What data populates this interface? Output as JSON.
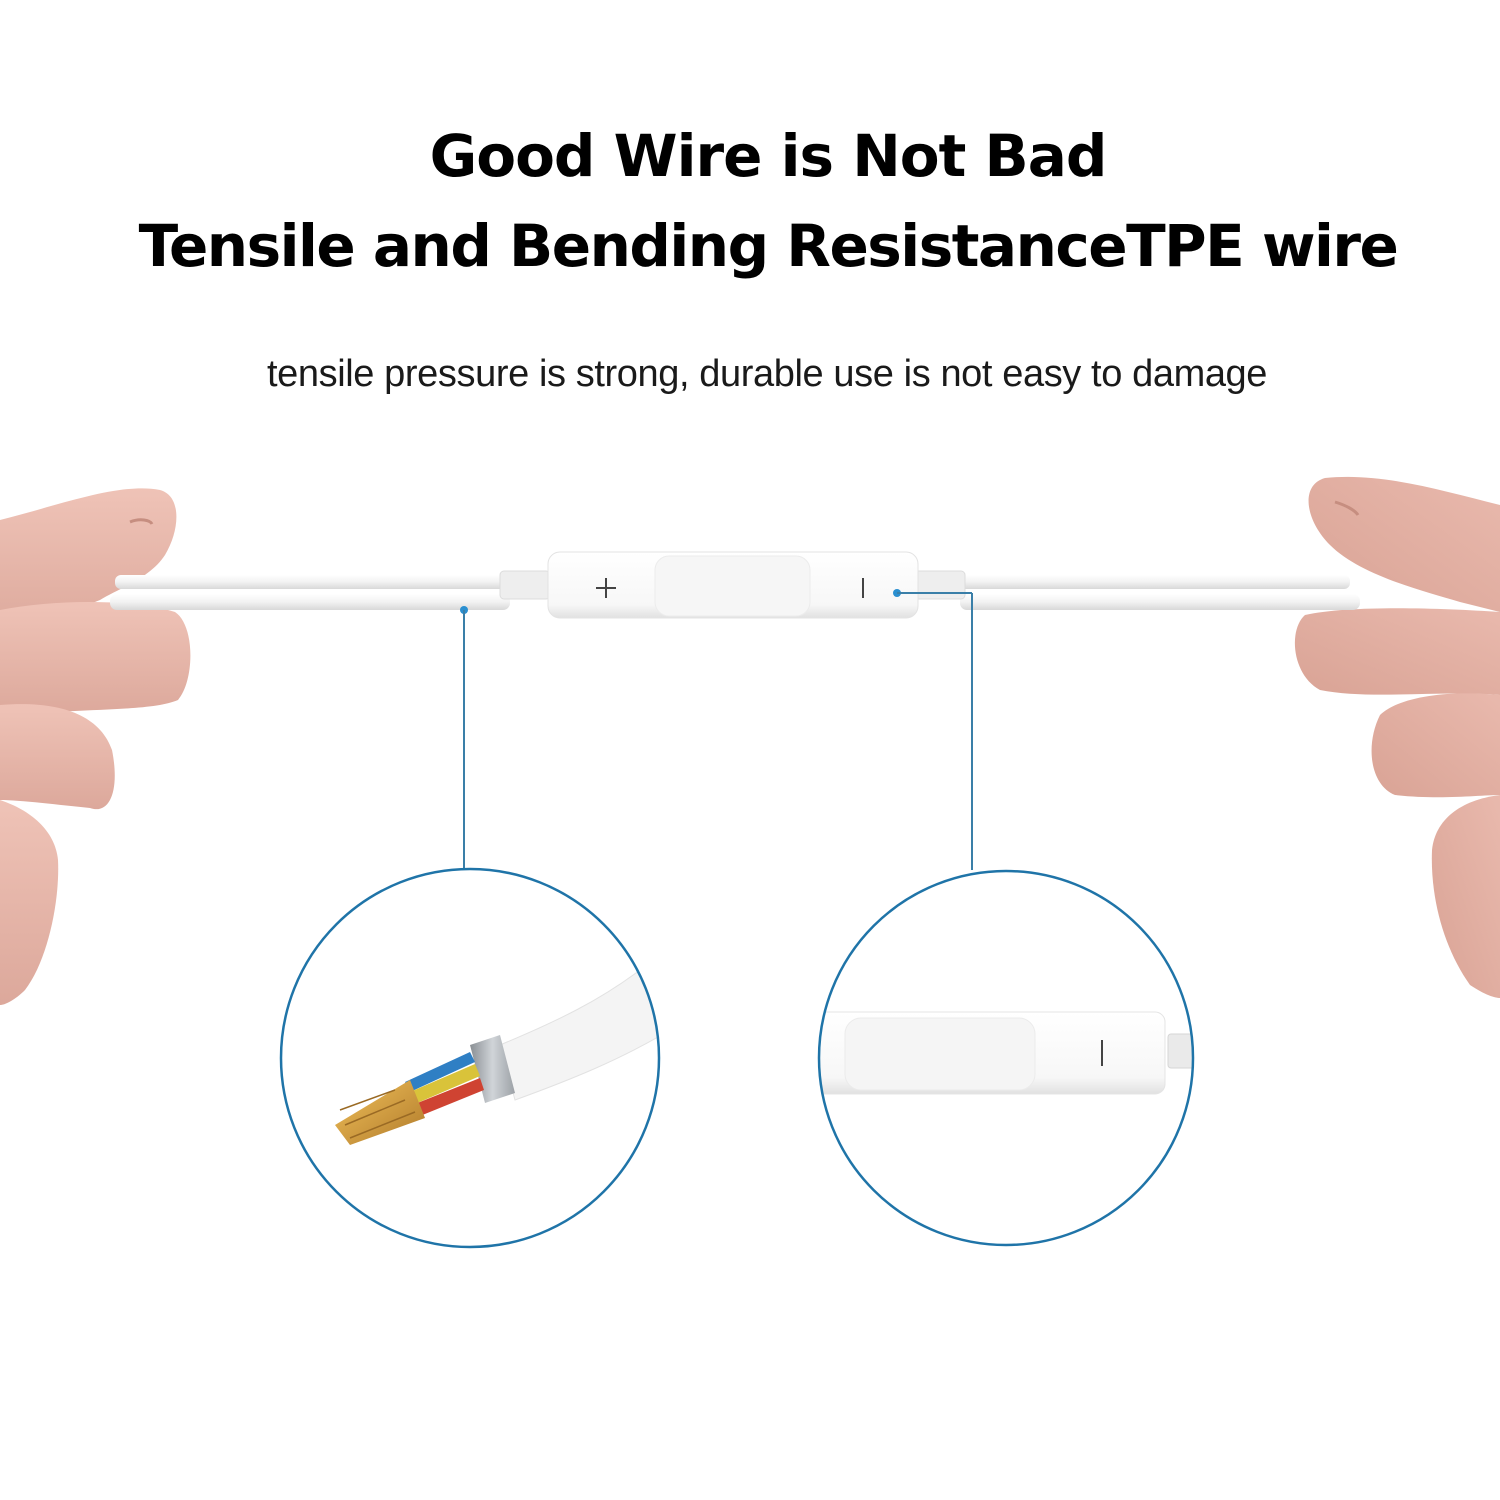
{
  "headline": {
    "line1": "Good Wire is Not Bad",
    "line2": "Tensile and Bending ResistanceTPE wire"
  },
  "subtitle": "tensile pressure is strong, durable use is not easy to damage",
  "remote": {
    "plus_symbol": "+",
    "minus_symbol": "|"
  },
  "callouts": [
    {
      "name": "wire-core-detail",
      "depicts": "stripped cable showing copper strands with blue, yellow, red insulated cores and braided shield"
    },
    {
      "name": "remote-connector-detail",
      "depicts": "close-up of inline remote housing and cable strain relief"
    }
  ],
  "colors": {
    "accent": "#1f74a8",
    "callout_dot": "#2a8fd0",
    "background": "#ffffff",
    "skin": "#e8b7aa",
    "cable": "#f4f4f4"
  }
}
